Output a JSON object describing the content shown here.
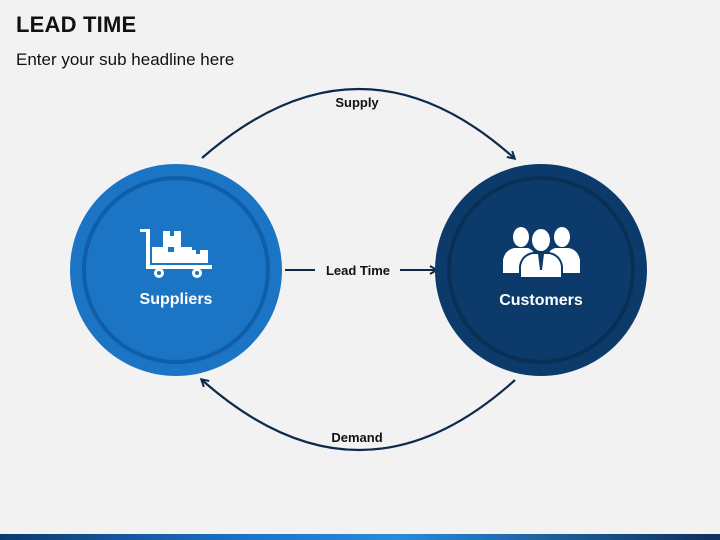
{
  "header": {
    "title": "LEAD TIME",
    "subtitle": "Enter your sub headline here"
  },
  "diagram": {
    "nodes": [
      {
        "id": "suppliers",
        "label": "Suppliers",
        "icon": "hand-truck-boxes-icon",
        "color": "#1c74c4",
        "ring": "#0f5fa8"
      },
      {
        "id": "customers",
        "label": "Customers",
        "icon": "business-people-icon",
        "color": "#0c3b6b",
        "ring": "#0a2f56"
      }
    ],
    "edges": {
      "top": "Supply",
      "middle": "Lead Time",
      "bottom": "Demand"
    }
  }
}
